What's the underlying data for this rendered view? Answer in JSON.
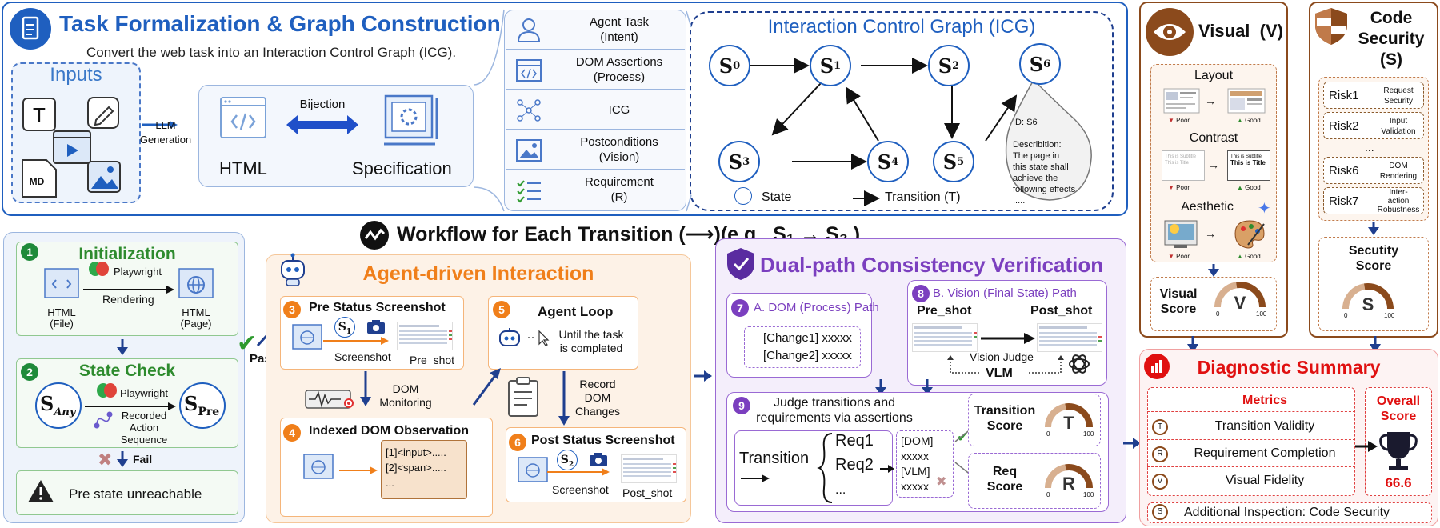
{
  "task": {
    "title": "Task Formalization & Graph Construction",
    "subtitle": "Convert the web task into an Interaction Control Graph (ICG).",
    "inputs_label": "Inputs",
    "t_icon_letter": "T",
    "md_letter": "MD",
    "llm_label": "LLM\nGeneration",
    "bijection": "Bijection",
    "html_label": "HTML",
    "spec_label": "Specification",
    "spec_items": [
      {
        "text": "Agent Task\n(Intent)"
      },
      {
        "text": "DOM Assertions\n(Process)"
      },
      {
        "text": "ICG"
      },
      {
        "text": "Postconditions\n(Vision)"
      },
      {
        "text": "Requirement\n(R)"
      }
    ]
  },
  "icg": {
    "title": "Interaction Control Graph (ICG)",
    "states": [
      "S",
      "S",
      "S",
      "S",
      "S",
      "S",
      "S"
    ],
    "subs": [
      "0",
      "1",
      "2",
      "3",
      "4",
      "5",
      "6"
    ],
    "bubble": "ID: S6\n\nDescribition:\nThe page in\nthis state shall\nachieve the\nfollowing effects\n.....",
    "legend_state": "State",
    "legend_transition": "Transition (T)"
  },
  "workflow": {
    "title": "Workflow for Each Transition (⟶)(e.g., S₁ → S₂ )"
  },
  "init": {
    "title": "Initialization",
    "playwright": "Playwright",
    "rendering": "Rendering",
    "html_file": "HTML\n(File)",
    "html_page": "HTML\n(Page)"
  },
  "state_check": {
    "title": "State Check",
    "s_any": "S",
    "s_any_sub": "Any",
    "s_pre": "S",
    "s_pre_sub": "Pre",
    "playwright": "Playwright",
    "recorded": "Recorded\nAction\nSequence",
    "fail": "Fail",
    "pass": "Pass",
    "unreachable": "Pre state unreachable"
  },
  "agent": {
    "title": "Agent-driven Interaction",
    "pre_title": "Pre Status Screenshot",
    "screenshot": "Screenshot",
    "pre_shot": "Pre_shot",
    "s1": "S",
    "s1_sub": "1",
    "dom_monitoring": "DOM\nMonitoring",
    "indexed_title": "Indexed DOM Observation",
    "dom_lines": "[1]<input>.....\n[2]<span>.....\n...",
    "loop_title": "Agent Loop",
    "loop_text": "Until the task\nis completed",
    "record": "Record\nDOM\nChanges",
    "post_title": "Post Status Screenshot",
    "s2": "S",
    "s2_sub": "2",
    "post_shot": "Post_shot"
  },
  "dual": {
    "title": "Dual-path Consistency Verification",
    "dom_path": "A. DOM (Process) Path",
    "change1": "[Change1] xxxxx",
    "change2": "[Change2] xxxxx",
    "vision_path": "B. Vision (Final State) Path",
    "pre_shot": "Pre_shot",
    "post_shot": "Post_shot",
    "vision_judge": "Vision Judge",
    "vlm": "VLM",
    "judge_text": "Judge transitions and\nrequirements via assertions",
    "transition": "Transition",
    "req1": "Req1",
    "req2": "Req2",
    "dots": "...",
    "assert_text": "[DOM]\nxxxxx\n[VLM]\nxxxxx",
    "transition_score": "Transition\nScore",
    "req_score": "Req\nScore",
    "gauge_t": "T",
    "gauge_r": "R",
    "gauge_min": "0",
    "gauge_max": "100"
  },
  "visual": {
    "title": "Visual  (V)",
    "layout": "Layout",
    "contrast": "Contrast",
    "aesthetic": "Aesthetic",
    "poor": "Poor",
    "good": "Good",
    "thumb_subtitle": "This is Subtitle",
    "thumb_title": "This is Title",
    "score_label": "Visual\nScore",
    "gauge": "V",
    "min": "0",
    "max": "100"
  },
  "code": {
    "title": "Code\nSecurity\n(S)",
    "risks": [
      {
        "id": "Risk1",
        "desc": "Request\nSecurity"
      },
      {
        "id": "Risk2",
        "desc": "Input\nValidation"
      },
      {
        "id": "Risk6",
        "desc": "DOM\nRendering"
      },
      {
        "id": "Risk7",
        "desc": "Inter-\naction\nRobustness"
      }
    ],
    "ellipsis": "...",
    "score_label": "Secutity\nScore",
    "gauge": "S",
    "min": "0",
    "max": "100"
  },
  "diag": {
    "title": "Diagnostic Summary",
    "metrics_head": "Metrics",
    "overall_head": "Overall\nScore",
    "overall_value": "66.6",
    "metrics": [
      {
        "badge": "T",
        "label": "Transition Validity"
      },
      {
        "badge": "R",
        "label": "Requirement Completion"
      },
      {
        "badge": "V",
        "label": "Visual Fidelity"
      }
    ],
    "additional": {
      "badge": "S",
      "label": "Additional Inspection: Code Security"
    }
  },
  "colors": {
    "blue": "#1f5fbf",
    "green": "#2e8b2e",
    "orange": "#f07f1a",
    "purple": "#7b3fbf",
    "brown": "#8b4a1c",
    "red": "#e01010"
  }
}
